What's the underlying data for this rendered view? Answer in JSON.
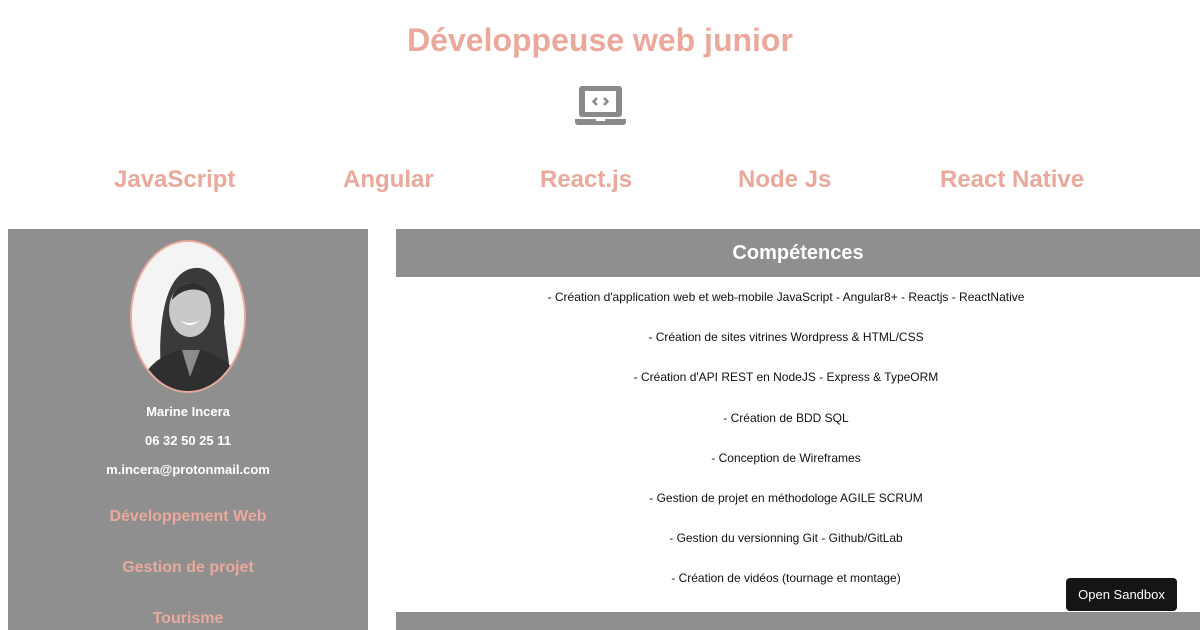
{
  "header": {
    "title": "Développeuse web junior",
    "icon": "laptop-code-icon"
  },
  "tech_stack": [
    {
      "label": "JavaScript"
    },
    {
      "label": "Angular"
    },
    {
      "label": "React.js"
    },
    {
      "label": "Node Js"
    },
    {
      "label": "React Native"
    }
  ],
  "profile": {
    "photo": "profile-photo",
    "name": "Marine Incera",
    "phone": "06 32 50 25 11",
    "email": "m.incera@protonmail.com",
    "links": [
      {
        "label": "Développement Web"
      },
      {
        "label": "Gestion de projet"
      },
      {
        "label": "Tourisme"
      }
    ]
  },
  "skills": {
    "title": "Compétences",
    "items": [
      "- Création d'application web et web-mobile JavaScript - Angular8+ - Reactjs - ReactNative",
      "- Création de sites vitrines Wordpress & HTML/CSS",
      "- Création d'API REST en NodeJS - Express & TypeORM",
      "- Création de BDD SQL",
      "- Conception de Wireframes",
      "- Gestion de projet en méthodologe AGILE SCRUM",
      "- Gestion du versionning Git - Github/GitLab",
      "- Création de vidéos (tournage et montage)"
    ]
  },
  "next_section": {
    "title": ""
  },
  "overlay": {
    "open_sandbox_label": "Open Sandbox"
  },
  "colors": {
    "accent": "#eaa99c",
    "panel": "#8f8f8f",
    "button": "#151515"
  }
}
